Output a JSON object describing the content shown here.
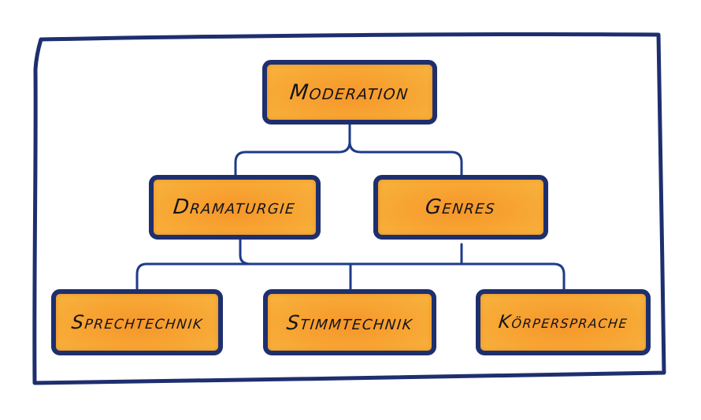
{
  "diagram": {
    "root": {
      "label": "Moderation"
    },
    "level2": [
      {
        "label": "Dramaturgie"
      },
      {
        "label": "Genres"
      }
    ],
    "level3": [
      {
        "label": "Sprechtechnik"
      },
      {
        "label": "Stimmtechnik"
      },
      {
        "label": "Körpersprache"
      }
    ],
    "colors": {
      "frame": "#1e2f6e",
      "connector": "#1e3a8a",
      "box_fill": "#f7a634",
      "box_border": "#1e2f6e",
      "text": "#14141a"
    }
  }
}
